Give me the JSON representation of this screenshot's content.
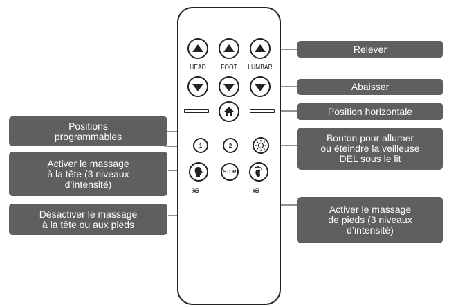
{
  "remote": {
    "labels": {
      "head": "HEAD",
      "foot": "FOOT",
      "lumbar": "LUMBAR"
    },
    "memory_1": "1",
    "memory_2": "2",
    "stop": "STOP"
  },
  "callouts": {
    "raise": "Relever",
    "lower": "Abaisser",
    "flat": "Position horizontale",
    "memory": "Positions\nprogrammables",
    "light": "Bouton pour allumer\nou éteindre la veilleuse\nDEL sous le lit",
    "head_massage": "Activer le massage\nà la tête (3 niveaux\nd’intensité)",
    "stop_massage": "Désactiver le massage\nà la tête ou aux pieds",
    "foot_massage": "Activer le massage\nde pieds (3 niveaux\nd’intensité)"
  },
  "icons": [
    "up-arrow-icon",
    "down-arrow-icon",
    "home-icon",
    "sun-icon",
    "head-icon",
    "foot-icon",
    "wave-icon"
  ],
  "colors": {
    "callout_bg": "#5f5f5f",
    "callout_text": "#ffffff",
    "line": "#222222"
  }
}
